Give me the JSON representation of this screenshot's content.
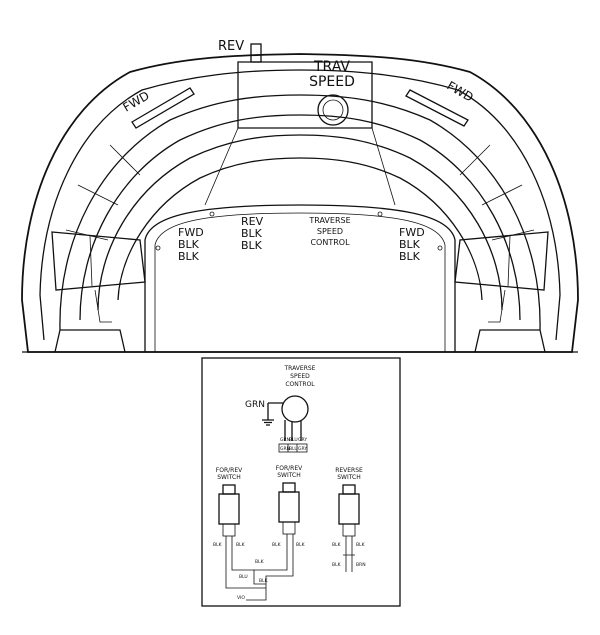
{
  "top": {
    "rev": "REV",
    "trav": "TRAV",
    "speed": "SPEED",
    "fwd_left": "FWD",
    "fwd_right": "FWD",
    "left_wires": [
      "FWD",
      "BLK",
      "BLK"
    ],
    "center_wires": [
      "REV",
      "BLK",
      "BLK"
    ],
    "traverse_control": [
      "TRAVERSE",
      "SPEED",
      "CONTROL"
    ],
    "right_wires": [
      "FWD",
      "BLK",
      "BLK"
    ]
  },
  "schematic": {
    "title": [
      "TRAVERSE",
      "SPEED",
      "CONTROL"
    ],
    "grn": "GRN",
    "pot_pins": [
      "GRN",
      "BLU",
      "GRY"
    ],
    "terminal_labels": [
      "GRN",
      "BLU",
      "GRY"
    ],
    "switch_left": [
      "FOR/REV",
      "SWITCH"
    ],
    "switch_mid": [
      "FOR/REV",
      "SWITCH"
    ],
    "switch_right": [
      "REVERSE",
      "SWITCH"
    ],
    "left_pins": [
      "BLK",
      "BLK"
    ],
    "mid_pins": [
      "BLK",
      "BLK"
    ],
    "right_pins": [
      "BLK",
      "BLK"
    ],
    "wire_blk_1": "BLK",
    "wire_blu": "BLU",
    "wire_blk_2": "BLK",
    "wire_vio": "VIO",
    "right_bottom": [
      "BLK",
      "BRN"
    ]
  }
}
